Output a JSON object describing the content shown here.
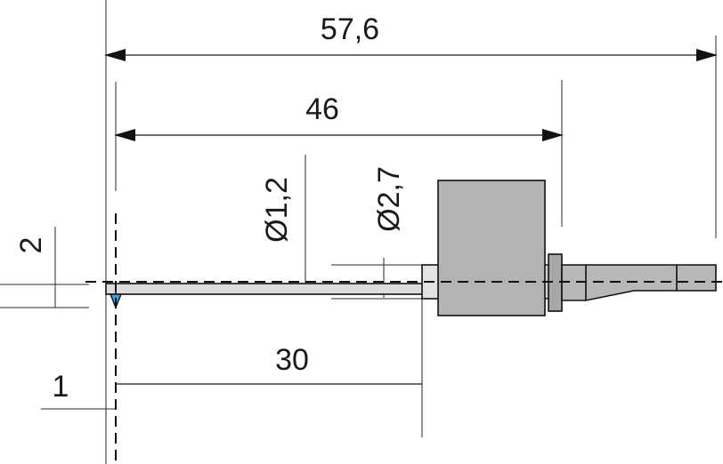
{
  "dimensions": {
    "overall_length": "57,6",
    "body_length": "46",
    "probe_length": "30",
    "probe_diameter": "Ø1,2",
    "collar_diameter": "Ø2,7",
    "offset_top": "2",
    "offset_bottom": "1"
  },
  "colors": {
    "line": "#1a1a1a",
    "body_fill": "#b3b3b3",
    "probe_fill": "#d9d9d9",
    "tip_fill": "#4a9bd6"
  }
}
